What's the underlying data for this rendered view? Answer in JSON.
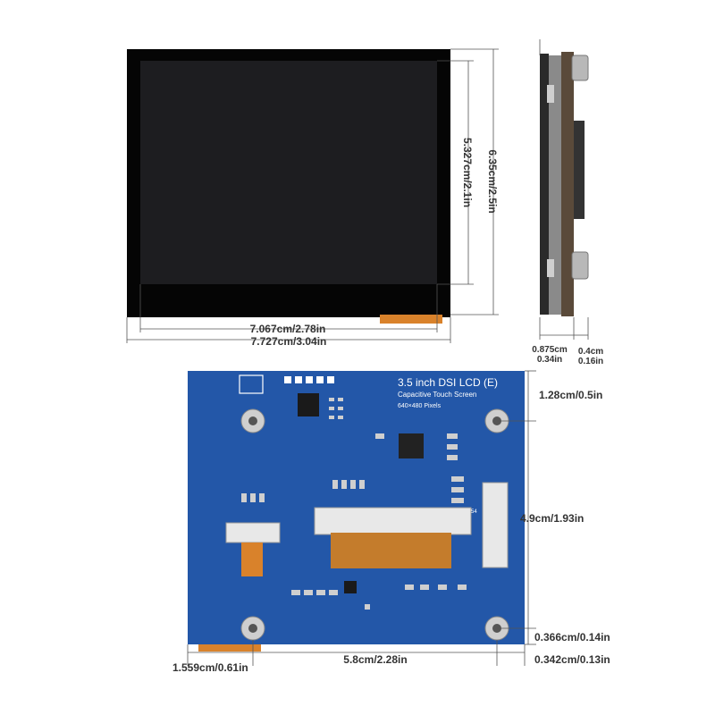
{
  "pcb": {
    "title": "3.5 inch DSI LCD (E)",
    "subtitle": "Capacitive Touch Screen",
    "resolution": "640×480 Pixels",
    "connector_label": "54"
  },
  "dimensions": {
    "active_width": "7.067cm/2.78in",
    "outer_width": "7.727cm/3.04in",
    "active_height": "5.327cm/2.1in",
    "outer_height": "6.35cm/2.5in",
    "side_thickness_a": "0.875cm",
    "side_thickness_a_in": "0.34in",
    "side_thickness_b": "0.4cm",
    "side_thickness_b_in": "0.16in",
    "top_hole_offset": "1.28cm/0.5in",
    "hole_vertical_spacing": "4.9cm/1.93in",
    "bottom_hole_offset": "0.366cm/0.14in",
    "side_hole_offset": "0.342cm/0.13in",
    "hole_horizontal_spacing": "5.8cm/2.28in",
    "left_margin": "1.559cm/0.61in"
  },
  "colors": {
    "pcb_blue": "#2357a8",
    "screen": "#1d1d20",
    "bezel": "#050505",
    "flex_orange": "#d9822b"
  }
}
